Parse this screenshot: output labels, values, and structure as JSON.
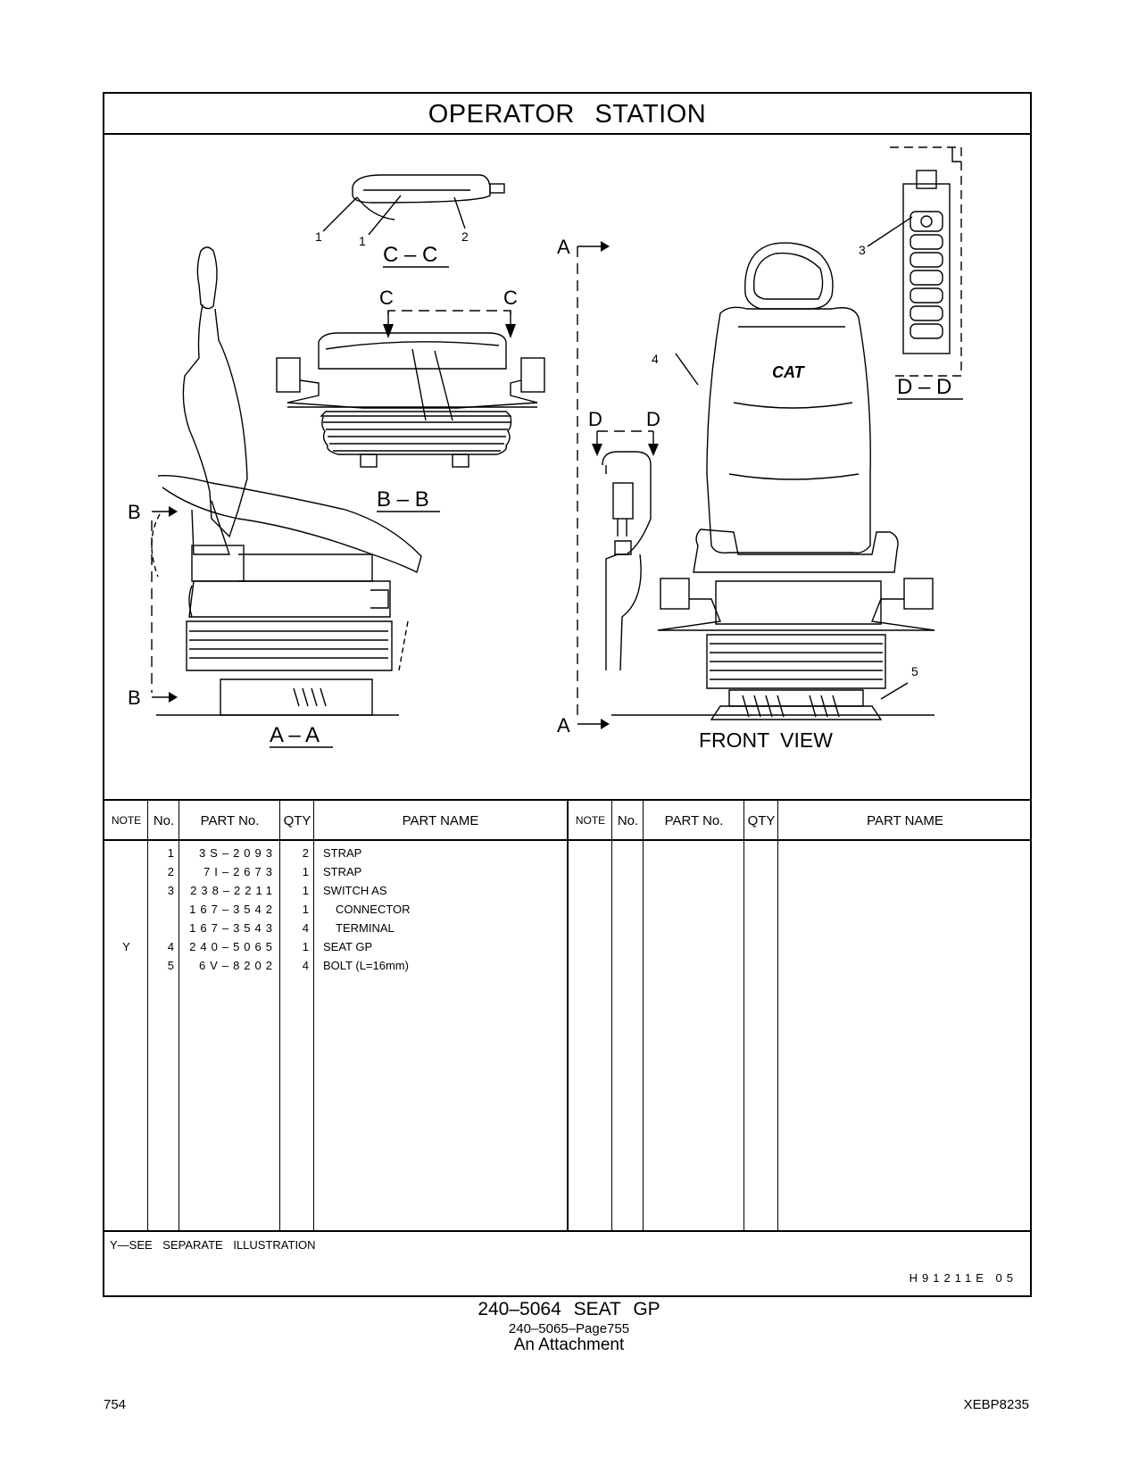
{
  "page": {
    "title": "OPERATOR   STATION",
    "page_number": "754",
    "document_code": "XEBP8235",
    "caption_main": "240–5064   SEAT  GP",
    "caption_ref": "240–5065–Page755",
    "caption_attach": "An Attachment"
  },
  "drawing": {
    "views": {
      "cc": "C – C",
      "bb": "B – B",
      "aa": "A – A",
      "dd": "D – D",
      "front": "FRONT  VIEW"
    },
    "section_letters": {
      "a": "A",
      "b": "B",
      "c": "C",
      "d": "D"
    },
    "callouts": [
      "1",
      "1",
      "2",
      "3",
      "4",
      "5"
    ],
    "logo_text": "CAT"
  },
  "table": {
    "headers": {
      "note": "NOTE",
      "no": "No.",
      "part_no": "PART No.",
      "qty": "QTY",
      "part_name": "PART NAME"
    },
    "rows": [
      {
        "note": "",
        "no": "1",
        "part_no": "3S–2093",
        "qty": "2",
        "part_name": "STRAP",
        "indent": false
      },
      {
        "note": "",
        "no": "2",
        "part_no": "7I–2673",
        "qty": "1",
        "part_name": "STRAP",
        "indent": false
      },
      {
        "note": "",
        "no": "3",
        "part_no": "238–2211",
        "qty": "1",
        "part_name": "SWITCH  AS",
        "indent": false
      },
      {
        "note": "",
        "no": "",
        "part_no": "167–3542",
        "qty": "1",
        "part_name": "CONNECTOR",
        "indent": true
      },
      {
        "note": "",
        "no": "",
        "part_no": "167–3543",
        "qty": "4",
        "part_name": "TERMINAL",
        "indent": true
      },
      {
        "note": "Y",
        "no": "4",
        "part_no": "240–5065",
        "qty": "1",
        "part_name": "SEAT  GP",
        "indent": false
      },
      {
        "note": "",
        "no": "5",
        "part_no": "6V–8202",
        "qty": "4",
        "part_name": "BOLT (L=16mm)",
        "indent": false
      }
    ],
    "footnote": "Y—SEE  SEPARATE  ILLUSTRATION",
    "illustration_code": "H91211E   05"
  }
}
